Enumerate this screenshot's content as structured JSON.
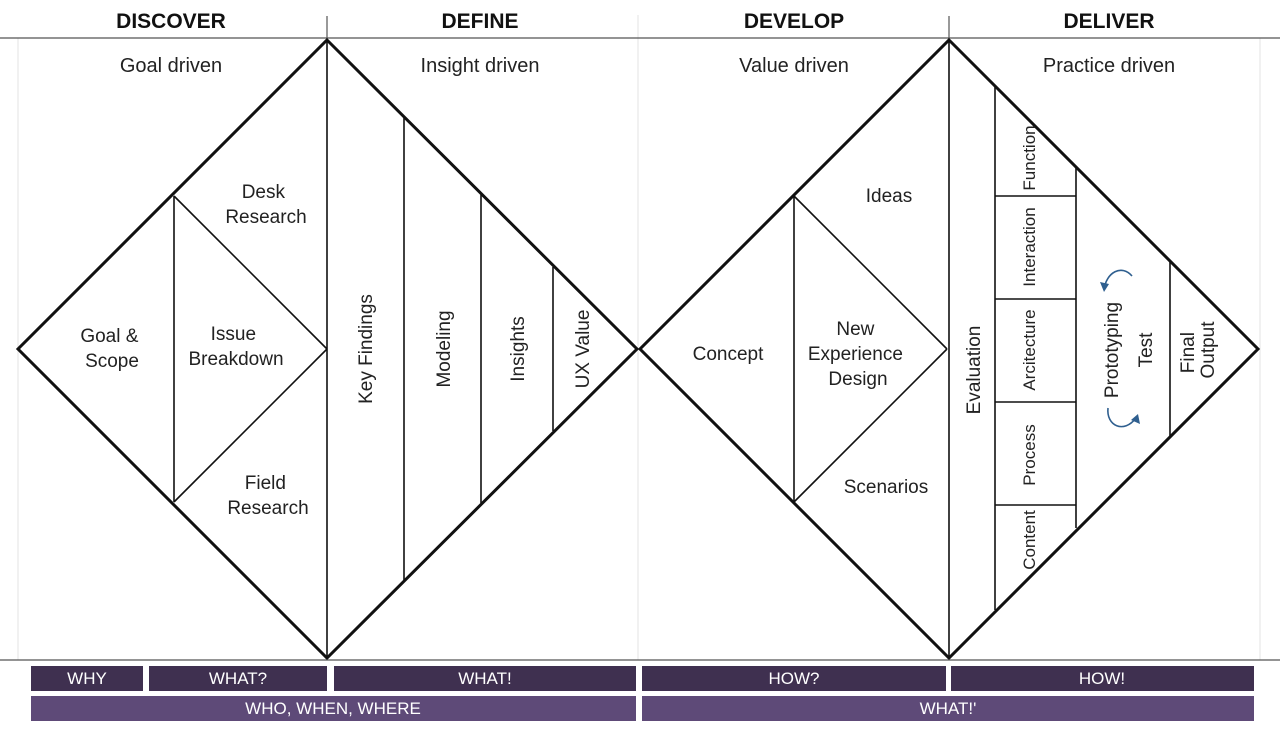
{
  "colors": {
    "bar_dark": "#3f3050",
    "bar_light": "#5e4a78",
    "arrow": "#2f5f8f",
    "line": "#111111"
  },
  "phases": [
    {
      "title": "DISCOVER",
      "subtitle": "Goal driven"
    },
    {
      "title": "DEFINE",
      "subtitle": "Insight driven"
    },
    {
      "title": "DEVELOP",
      "subtitle": "Value driven"
    },
    {
      "title": "DELIVER",
      "subtitle": "Practice driven"
    }
  ],
  "discover": {
    "goal_scope": [
      "Goal &",
      "Scope"
    ],
    "issue_breakdown": [
      "Issue",
      "Breakdown"
    ],
    "desk_research": [
      "Desk",
      "Research"
    ],
    "field_research": [
      "Field",
      "Research"
    ]
  },
  "define": {
    "columns": [
      "Key Findings",
      "Modeling",
      "Insights",
      "UX Value"
    ]
  },
  "develop": {
    "concept": "Concept",
    "new_experience": [
      "New",
      "Experience",
      "Design"
    ],
    "ideas": "Ideas",
    "scenarios": "Scenarios"
  },
  "deliver": {
    "evaluation": "Evaluation",
    "layers": [
      "Function",
      "Interaction",
      "Arcitecture",
      "Process",
      "Content"
    ],
    "prototyping": "Prototyping",
    "test": "Test",
    "final_output": [
      "Final",
      "Output"
    ]
  },
  "bars": {
    "row1": [
      "WHY",
      "WHAT?",
      "WHAT!",
      "HOW?",
      "HOW!"
    ],
    "row2": [
      "WHO, WHEN, WHERE",
      "WHAT!'"
    ]
  }
}
